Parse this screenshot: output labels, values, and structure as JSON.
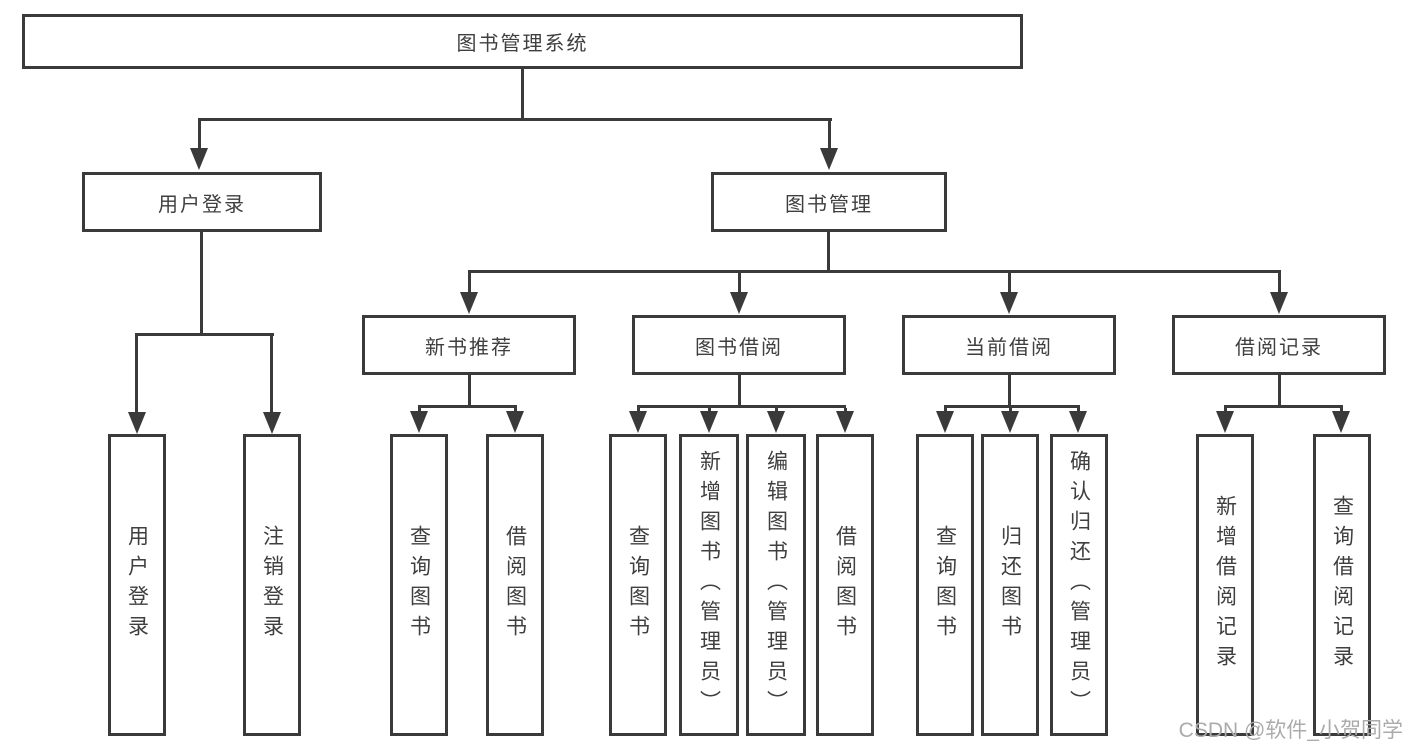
{
  "colors": {
    "line": "#3a3a3a",
    "text": "#3f3f3f",
    "background": "#ffffff",
    "watermark": "#ababab"
  },
  "watermark": {
    "text": "CSDN @软件_小贺同学"
  },
  "tree": {
    "root": {
      "label": "图书管理系统"
    },
    "children": [
      {
        "label": "用户登录",
        "children": [
          {
            "label": "用户登录"
          },
          {
            "label": "注销登录"
          }
        ]
      },
      {
        "label": "图书管理",
        "children": [
          {
            "label": "新书推荐",
            "children": [
              {
                "label": "查询图书"
              },
              {
                "label": "借阅图书"
              }
            ]
          },
          {
            "label": "图书借阅",
            "children": [
              {
                "label": "查询图书"
              },
              {
                "label": "新增图书（管理员）"
              },
              {
                "label": "编辑图书（管理员）"
              },
              {
                "label": "借阅图书"
              }
            ]
          },
          {
            "label": "当前借阅",
            "children": [
              {
                "label": "查询图书"
              },
              {
                "label": "归还图书"
              },
              {
                "label": "确认归还（管理员）"
              }
            ]
          },
          {
            "label": "借阅记录",
            "children": [
              {
                "label": "新增借阅记录"
              },
              {
                "label": "查询借阅记录"
              }
            ]
          }
        ]
      }
    ]
  }
}
